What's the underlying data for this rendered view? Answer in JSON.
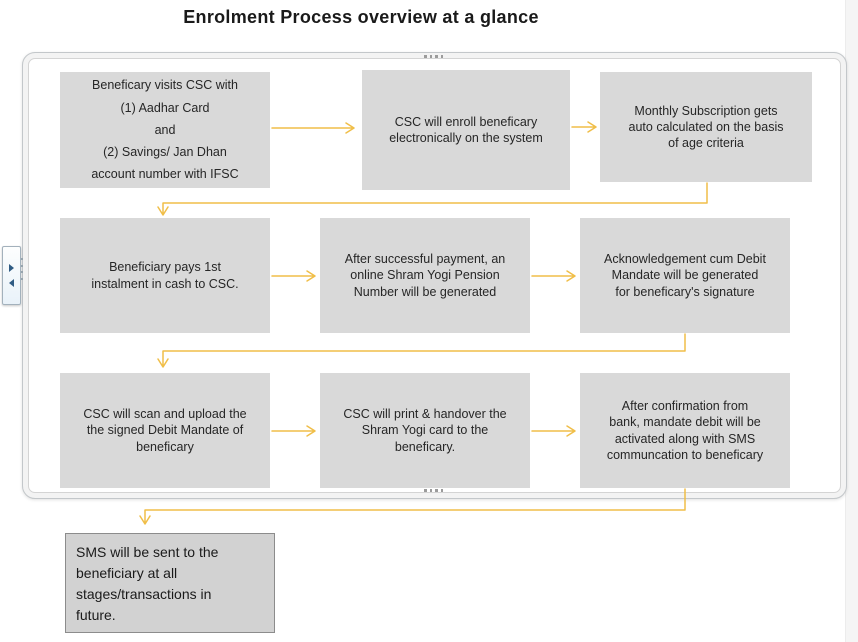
{
  "title": "Enrolment Process overview at a glance",
  "flow": {
    "step1": "Beneficary visits CSC with\n(1) Aadhar Card\nand\n(2) Savings/ Jan Dhan\naccount number with IFSC",
    "step2": "CSC will enroll beneficary\nelectronically on the system",
    "step3": "Monthly Subscription gets\nauto calculated on the basis\nof age criteria",
    "step4": "Beneficiary pays 1st\ninstalment in cash to CSC.",
    "step5": "After successful payment, an\nonline Shram Yogi Pension\nNumber will be generated",
    "step6": "Acknowledgement cum Debit\nMandate will be generated\nfor beneficary's signature",
    "step7": "CSC will scan and upload the\nthe signed Debit Mandate of\nbeneficary",
    "step8": "CSC will print & handover the\nShram Yogi card to the\nbeneficary.",
    "step9": "After confirmation from\nbank, mandate debit will be\nactivated along with SMS\ncommuncation to beneficary",
    "sms_note": "SMS will be sent to the\nbeneficiary at all\nstages/transactions in\nfuture."
  },
  "colors": {
    "arrow": "#F0BE48",
    "box_fill": "#D9D9D9",
    "box_text": "#262626",
    "title_text": "#1A1A1A",
    "sms_fill": "#D2D2D2",
    "sms_border": "#8C8C8C",
    "frame_border": "#C3C7CA",
    "tab_arrow": "#2F5B83"
  }
}
